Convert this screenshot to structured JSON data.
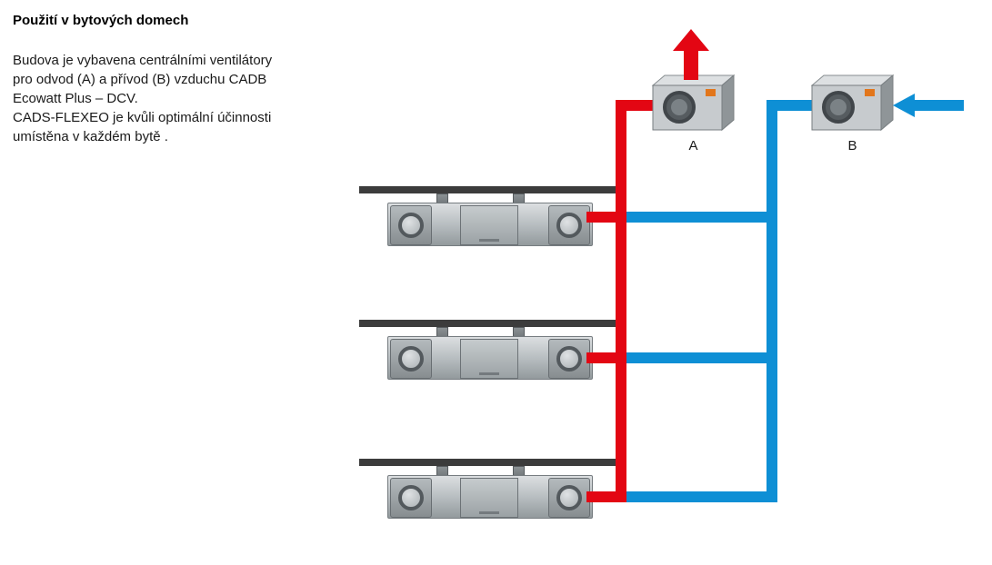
{
  "title": "Použití v bytových domech",
  "description": {
    "lines": [
      "Budova je vybavena centrálními ventilátory",
      "pro odvod (A) a přívod (B) vzduchu CADB",
      "Ecowatt Plus – DCV.",
      "CADS-FLEXEO je kvůli optimální účinnosti",
      "umístěna v každém bytě ."
    ]
  },
  "labels": {
    "unit_a": "A",
    "unit_b": "B"
  },
  "colors": {
    "exhaust_red": "#e30613",
    "supply_blue": "#0e8fd5",
    "slab": "#3c3c3c"
  },
  "icons": {
    "exhaust_arrow": "up-arrow-icon",
    "supply_arrow": "left-arrow-icon",
    "fan_inlet": "fan-inlet-icon",
    "duct_port": "duct-port-icon"
  }
}
